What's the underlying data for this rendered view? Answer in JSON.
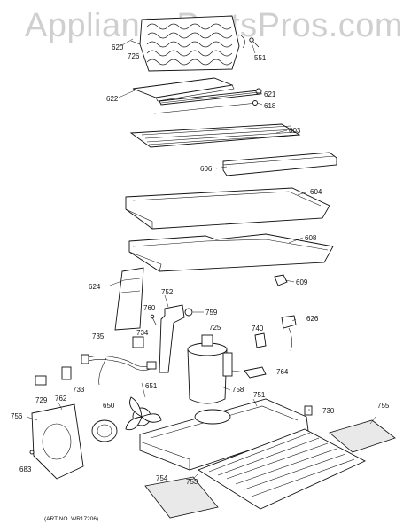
{
  "watermark": "AppliancePartsPros.com",
  "art_no": "(ART NO. WR17206)",
  "labels": {
    "p620": "620",
    "p726": "726",
    "p551": "551",
    "p622": "622",
    "p621": "621",
    "p618": "618",
    "p603": "603",
    "p606": "606",
    "p604": "604",
    "p608": "608",
    "p609": "609",
    "p624": "624",
    "p752": "752",
    "p760": "760",
    "p759": "759",
    "p735": "735",
    "p734": "734",
    "p725": "725",
    "p740": "740",
    "p626": "626",
    "p764": "764",
    "p729": "729",
    "p733": "733",
    "p651": "651",
    "p758": "758",
    "p751": "751",
    "p756": "756",
    "p762": "762",
    "p650": "650",
    "p730": "730",
    "p755": "755",
    "p683": "683",
    "p754": "754",
    "p753": "753"
  }
}
